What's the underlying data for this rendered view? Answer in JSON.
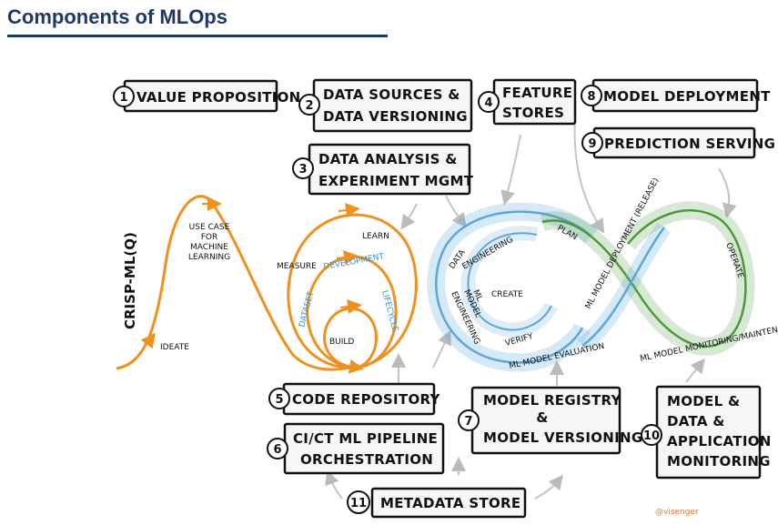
{
  "header": {
    "title": "Components of MLOps"
  },
  "components": [
    {
      "num": "1",
      "lines": [
        "VALUE PROPOSITION"
      ]
    },
    {
      "num": "2",
      "lines": [
        "DATA SOURCES &",
        "DATA VERSIONING"
      ]
    },
    {
      "num": "3",
      "lines": [
        "DATA ANALYSIS &",
        "EXPERIMENT MGMT"
      ]
    },
    {
      "num": "4",
      "lines": [
        "FEATURE",
        "STORES"
      ]
    },
    {
      "num": "5",
      "lines": [
        "CODE REPOSITORY"
      ]
    },
    {
      "num": "6",
      "lines": [
        "CI/CT ML PIPELINE",
        "ORCHESTRATION"
      ]
    },
    {
      "num": "7",
      "lines": [
        "MODEL REGISTRY",
        "&",
        "MODEL VERSIONING"
      ]
    },
    {
      "num": "8",
      "lines": [
        "MODEL DEPLOYMENT"
      ]
    },
    {
      "num": "9",
      "lines": [
        "PREDICTION SERVING"
      ]
    },
    {
      "num": "10",
      "lines": [
        "MODEL &",
        "DATA &",
        "APPLICATION",
        "MONITORING"
      ]
    },
    {
      "num": "11",
      "lines": [
        "METADATA STORE"
      ]
    }
  ],
  "crisp": {
    "vertical_label": "CRISP-ML(Q)",
    "ideate": "IDEATE",
    "use_case": [
      "USE CASE",
      "FOR",
      "MACHINE",
      "LEARNING"
    ],
    "measure": "MEASURE",
    "learn": "LEARN",
    "build": "BUILD",
    "dataset": "DATASET",
    "development": "DEVELOPMENT",
    "lifecycle": "LIFECYCLE"
  },
  "loop": {
    "data_engineering": [
      "DATA",
      "ENGINEERING"
    ],
    "ml_model_engineering": [
      "ML",
      "MODEL",
      "ENGINEERING"
    ],
    "create": "CREATE",
    "verify": "VERIFY",
    "ml_model_evaluation": "ML MODEL EVALUATION",
    "plan": "PLAN",
    "ml_model_deployment": "ML MODEL DEPLOYMENT (RELEASE)",
    "operate": "OPERATE",
    "ml_model_monitoring": "ML MODEL MONITORING/MAINTENANCE"
  },
  "credit": "@visenger",
  "colors": {
    "orange": "#f0901e",
    "blue": "#5aa7dc",
    "green": "#4a9a3c",
    "title": "#1f3864",
    "box_fill": "#f6f6f6"
  }
}
